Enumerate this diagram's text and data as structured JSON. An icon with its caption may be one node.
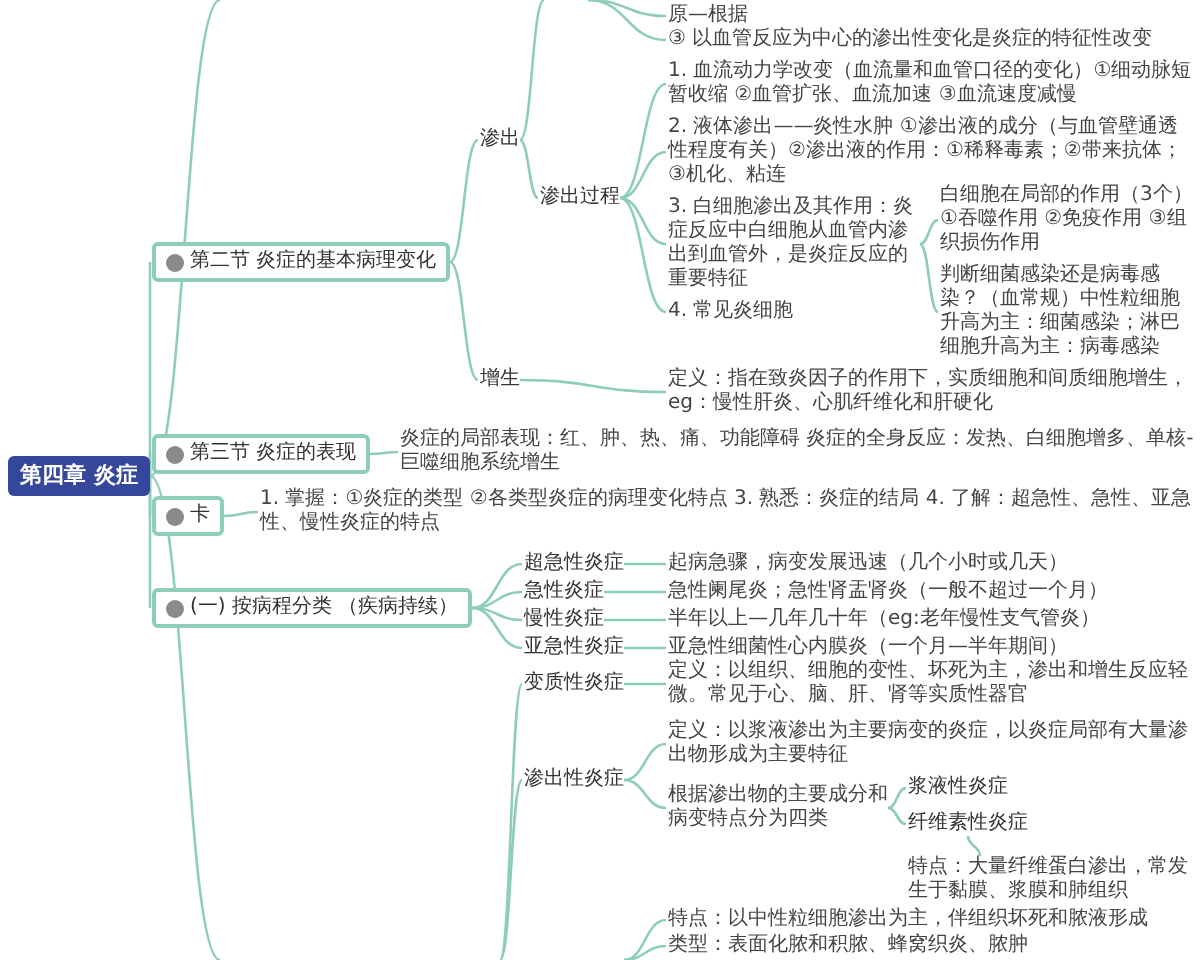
{
  "diagram": {
    "nodes": [
      {
        "text": [
          "第四章 炎症"
        ]
      },
      {
        "text": [
          "第二节 炎症的基本病理变化"
        ]
      },
      {
        "text": [
          "渗出"
        ]
      },
      {
        "text": [
          "渗出过程"
        ]
      },
      {
        "text": [
          "1. 血流动力学改变（血流量和血管口径的变化）①细动脉短暂收缩 ②血管扩张、血流加速 ③血流速度减慢"
        ]
      },
      {
        "text": [
          "2. 液体渗出——炎性水肿 ①渗出液的成分（与血管壁通透性程度有关）②渗出液的作用：①稀释毒素；②带来抗体；③机化、粘连"
        ]
      },
      {
        "text": [
          "3. 白细胞渗出及其作用：炎症反应中白细胞从血管内渗出到血管外，是炎症反应的重要特征"
        ]
      },
      {
        "text": [
          "白细胞在局部的作用（3个）①吞噬作用 ②免疫作用 ③组织损伤作用"
        ]
      },
      {
        "text": [
          "判断细菌感染还是病毒感染？（血常规）中性粒细胞升高为主：细菌感染；淋巴细胞升高为主：病毒感染"
        ]
      },
      {
        "text": [
          "4. 常见炎细胞"
        ]
      },
      {
        "text": [
          "增生"
        ]
      },
      {
        "text": [
          "定义：指在致炎因子的作用下，实质细胞和间质细胞增生，eg：慢性肝炎、心肌纤维化和肝硬化"
        ]
      },
      {
        "text": [
          "原—根据"
        ]
      },
      {
        "text": [
          "③ 以血管反应为中心的渗出性变化是炎症的特征性改变"
        ]
      },
      {
        "text": [
          "第三节 炎症的表现"
        ]
      },
      {
        "text": [
          "炎症的局部表现：红、肿、热、痛、功能障碍 炎症的全身反应：发热、白细胞增多、单核-巨噬细胞系统增生"
        ]
      },
      {
        "text": [
          "卡"
        ]
      },
      {
        "text": [
          "1. 掌握：①炎症的类型 ②各类型炎症的病理变化特点 3. 熟悉：炎症的结局 4. 了解：超急性、急性、亚急性、慢性炎症的特点"
        ]
      },
      {
        "text": [
          "(一) 按病程分类 （疾病持续）"
        ]
      },
      {
        "text": [
          "超急性炎症"
        ]
      },
      {
        "text": [
          "起病急骤，病变发展迅速（几个小时或几天）"
        ]
      },
      {
        "text": [
          "急性炎症"
        ]
      },
      {
        "text": [
          "急性阑尾炎；急性肾盂肾炎（一般不超过一个月）"
        ]
      },
      {
        "text": [
          "慢性炎症"
        ]
      },
      {
        "text": [
          "半年以上—几年几十年（eg:老年慢性支气管炎）"
        ]
      },
      {
        "text": [
          "亚急性炎症"
        ]
      },
      {
        "text": [
          "亚急性细菌性心内膜炎（一个月—半年期间）"
        ]
      },
      {
        "text": [
          "变质性炎症"
        ]
      },
      {
        "text": [
          "定义：以组织、细胞的变性、坏死为主，渗出和增生反应轻微。常见于心、脑、肝、肾等实质性器官"
        ]
      },
      {
        "text": [
          "渗出性炎症"
        ]
      },
      {
        "text": [
          "定义：以浆液渗出为主要病变的炎症，以炎症局部有大量渗出物形成为主要特征"
        ]
      },
      {
        "text": [
          "根据渗出物的主要成分和病变特点分为四类"
        ]
      },
      {
        "text": [
          "浆液性炎症"
        ]
      },
      {
        "text": [
          "纤维素性炎症"
        ]
      },
      {
        "text": [
          "特点：大量纤维蛋白渗出，常发生于黏膜、浆膜和肺组织"
        ]
      },
      {
        "text": [
          "特点：以中性粒细胞渗出为主，伴组织坏死和脓液形成"
        ]
      },
      {
        "text": [
          "类型：表面化脓和积脓、蜂窝织炎、脓肿"
        ]
      }
    ],
    "edges": [
      {
        "from": 0,
        "to": 1,
        "arrow": "none"
      },
      {
        "from": 0,
        "to": 14,
        "arrow": "none"
      },
      {
        "from": 0,
        "to": 16,
        "arrow": "none"
      },
      {
        "from": 0,
        "to": 18,
        "arrow": "none"
      },
      {
        "from": 0,
        "to": null,
        "arrow": "none"
      },
      {
        "from": 0,
        "to": null,
        "arrow": "none"
      },
      {
        "from": 1,
        "to": 2,
        "arrow": "none"
      },
      {
        "from": 1,
        "to": 10,
        "arrow": "none"
      },
      {
        "from": 2,
        "to": 3,
        "arrow": "none"
      },
      {
        "from": 2,
        "to": null,
        "arrow": "none"
      },
      {
        "from": 3,
        "to": 4,
        "arrow": "none"
      },
      {
        "from": 3,
        "to": 5,
        "arrow": "none"
      },
      {
        "from": 3,
        "to": 6,
        "arrow": "none"
      },
      {
        "from": 3,
        "to": 9,
        "arrow": "none"
      },
      {
        "from": 6,
        "to": 7,
        "arrow": "none"
      },
      {
        "from": 6,
        "to": 8,
        "arrow": "none"
      },
      {
        "from": 10,
        "to": 11,
        "arrow": "none"
      },
      {
        "from": null,
        "to": 12,
        "arrow": "none"
      },
      {
        "from": null,
        "to": 13,
        "arrow": "none"
      },
      {
        "from": 14,
        "to": 15,
        "arrow": "none"
      },
      {
        "from": 16,
        "to": 17,
        "arrow": "none"
      },
      {
        "from": 18,
        "to": 19,
        "arrow": "none"
      },
      {
        "from": 19,
        "to": 20,
        "arrow": "none"
      },
      {
        "from": 18,
        "to": 21,
        "arrow": "none"
      },
      {
        "from": 21,
        "to": 22,
        "arrow": "none"
      },
      {
        "from": 18,
        "to": 23,
        "arrow": "none"
      },
      {
        "from": 23,
        "to": 24,
        "arrow": "none"
      },
      {
        "from": 18,
        "to": 25,
        "arrow": "none"
      },
      {
        "from": 25,
        "to": 26,
        "arrow": "none"
      },
      {
        "from": null,
        "to": 27,
        "arrow": "none"
      },
      {
        "from": 27,
        "to": 28,
        "arrow": "none"
      },
      {
        "from": null,
        "to": 29,
        "arrow": "none"
      },
      {
        "from": 29,
        "to": 30,
        "arrow": "none"
      },
      {
        "from": 29,
        "to": 31,
        "arrow": "none"
      },
      {
        "from": 31,
        "to": 32,
        "arrow": "none"
      },
      {
        "from": 31,
        "to": 33,
        "arrow": "none"
      },
      {
        "from": 33,
        "to": 34,
        "arrow": "none"
      },
      {
        "from": null,
        "to": 35,
        "arrow": "none"
      },
      {
        "from": null,
        "to": 36,
        "arrow": "none"
      }
    ]
  }
}
